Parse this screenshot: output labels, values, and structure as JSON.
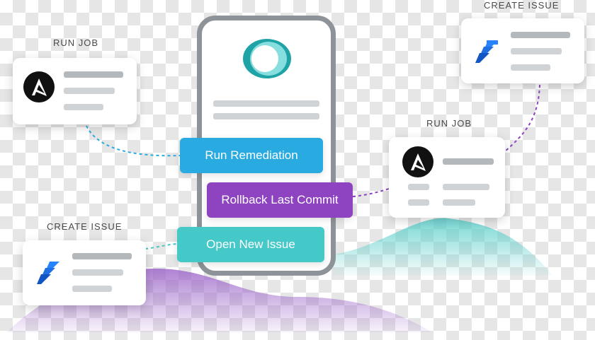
{
  "labels": {
    "run_job_left": "RUN JOB",
    "create_issue_right": "CREATE ISSUE",
    "run_job_right": "RUN JOB",
    "create_issue_left": "CREATE ISSUE"
  },
  "actions": {
    "run_remediation": "Run Remediation",
    "rollback_last_commit": "Rollback Last Commit",
    "open_new_issue": "Open New Issue"
  },
  "icons": {
    "app_logo": "ring-logo-icon",
    "ansible": "ansible-icon",
    "jira": "jira-icon"
  },
  "colors": {
    "run_remediation": "#29abe2",
    "rollback_last_commit": "#8e44c0",
    "open_new_issue": "#45c8c8",
    "teal_wave": "#7fd9d6",
    "purple_wave": "#b388d6"
  }
}
